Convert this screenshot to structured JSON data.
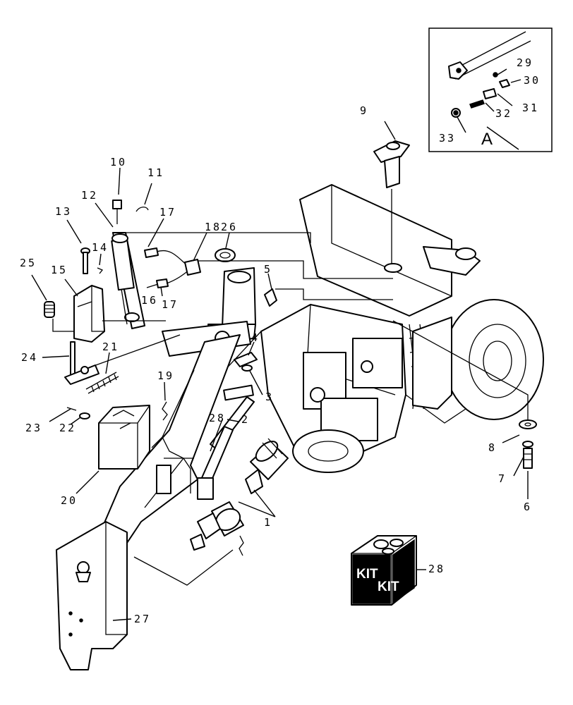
{
  "inset": {
    "view_letter": "A"
  },
  "kit_box": {
    "face_label_left": "KIT",
    "face_label_right": "KIT"
  },
  "callouts": {
    "c1": "1",
    "c2": "2",
    "c3": "3",
    "c4": "4",
    "c5": "5",
    "c6": "6",
    "c7": "7",
    "c8": "8",
    "c9": "9",
    "c10": "10",
    "c11": "11",
    "c12": "12",
    "c13": "13",
    "c14": "14",
    "c15": "15",
    "c16": "16",
    "c17a": "17",
    "c17b": "17",
    "c18": "18",
    "c19": "19",
    "c20": "20",
    "c21": "21",
    "c22": "22",
    "c23": "23",
    "c24": "24",
    "c25": "25",
    "c26": "26",
    "c27": "27",
    "c28a": "28",
    "c28b": "28",
    "c29": "29",
    "c30": "30",
    "c31": "31",
    "c32": "32",
    "c33": "33"
  }
}
